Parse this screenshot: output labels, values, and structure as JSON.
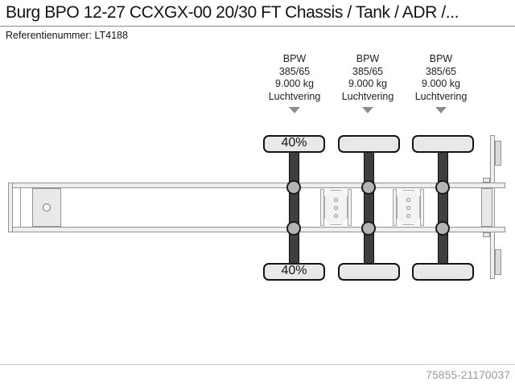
{
  "header": {
    "title": "Burg BPO 12-27 CCXGX-00 20/30 FT Chassis / Tank / ADR /...",
    "reference": "Referentienummer: LT4188"
  },
  "axle_labels": [
    {
      "brand": "BPW",
      "size": "385/65",
      "capacity": "9.000 kg",
      "suspension": "Luchtvering"
    },
    {
      "brand": "BPW",
      "size": "385/65",
      "capacity": "9.000 kg",
      "suspension": "Luchtvering"
    },
    {
      "brand": "BPW",
      "size": "385/65",
      "capacity": "9.000 kg",
      "suspension": "Luchtvering"
    }
  ],
  "diagram": {
    "axle1_top_tire_label": "40%",
    "axle1_bottom_tire_label": "40%"
  },
  "footer": {
    "id_number": "75855-21170037"
  },
  "colors": {
    "tire_fill": "#e8e8e8",
    "axle_shaft": "#3e3e3e",
    "suspension_circle": "#b4b4b4",
    "frame_fill": "#eeeeee",
    "frame_outline": "#949494",
    "arrow": "#8c8c8c",
    "watermark_text": "#9b9b9b"
  }
}
